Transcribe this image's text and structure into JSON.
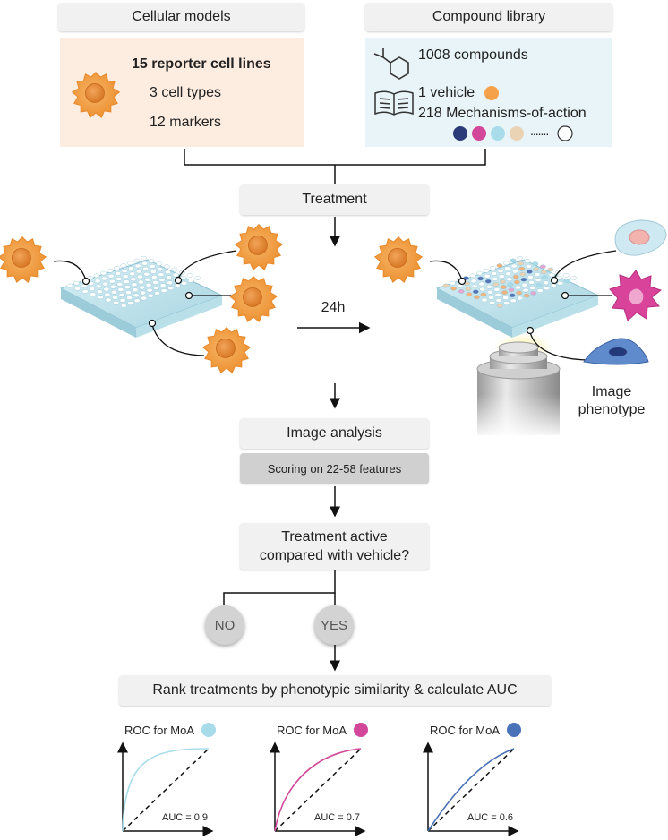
{
  "cellular_models": {
    "header": "Cellular models",
    "title": "15 reporter cell lines",
    "line1": "3 cell types",
    "line2": "12 markers"
  },
  "compound_library": {
    "header": "Compound library",
    "compounds": "1008 compounds",
    "vehicle": "1 vehicle",
    "moa": "218 Mechanisms-of-action",
    "ellipsis": ".......",
    "dot_colors": [
      "#2b3a78",
      "#d2479a",
      "#a8dcea",
      "#ead2b4"
    ],
    "vehicle_color": "#f5a04a"
  },
  "workflow": {
    "treatment": "Treatment",
    "time_label": "24h",
    "image_phenotype": "Image phenotype",
    "image_analysis": "Image analysis",
    "scoring": "Scoring on 22-58 features",
    "question": "Treatment active compared with vehicle?",
    "no": "NO",
    "yes": "YES",
    "rank": "Rank treatments by phenotypic similarity & calculate AUC"
  },
  "chart_data": [
    {
      "type": "line",
      "title": "ROC for MoA",
      "marker_color": "#a8dcea",
      "series": [
        {
          "color": "#a8dcea"
        }
      ],
      "annotation": "AUC = 0.9"
    },
    {
      "type": "line",
      "title": "ROC for MoA",
      "marker_color": "#d2479a",
      "series": [
        {
          "color": "#d2479a"
        }
      ],
      "annotation": "AUC = 0.7"
    },
    {
      "type": "line",
      "title": "ROC for MoA",
      "marker_color": "#4a72b8",
      "series": [
        {
          "color": "#4a72b8"
        }
      ],
      "annotation": "AUC = 0.6"
    }
  ]
}
